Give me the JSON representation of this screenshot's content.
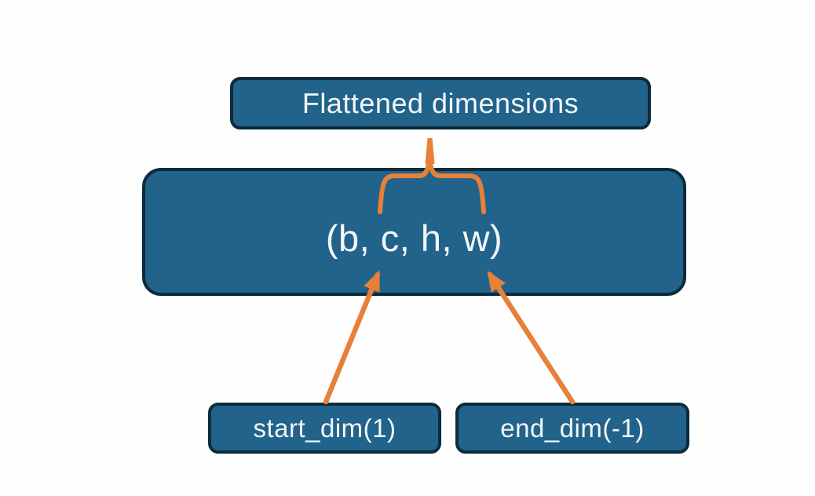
{
  "colors": {
    "background": "#fefefe",
    "box_fill": "#21638a",
    "box_border": "#0d2b3c",
    "text_color": "#f2f6f8",
    "accent_orange": "#e8803a"
  },
  "diagram": {
    "top_box": {
      "label": "Flattened dimensions"
    },
    "main_box": {
      "label": "(b, c, h, w)"
    },
    "bottom_left_box": {
      "label": "start_dim(1)"
    },
    "bottom_right_box": {
      "label": "end_dim(-1)"
    },
    "connectors": {
      "stem": {
        "type": "tapered-line",
        "color": "#e8803a",
        "links": "top_box to brace"
      },
      "brace": {
        "type": "curly-brace-up",
        "color": "#e8803a",
        "spans": "c, h, w"
      },
      "arrow_left": {
        "type": "arrow",
        "color": "#e8803a",
        "from": "bottom_left_box",
        "points_to": "c"
      },
      "arrow_right": {
        "type": "arrow",
        "color": "#e8803a",
        "from": "bottom_right_box",
        "points_to": "w"
      }
    }
  }
}
